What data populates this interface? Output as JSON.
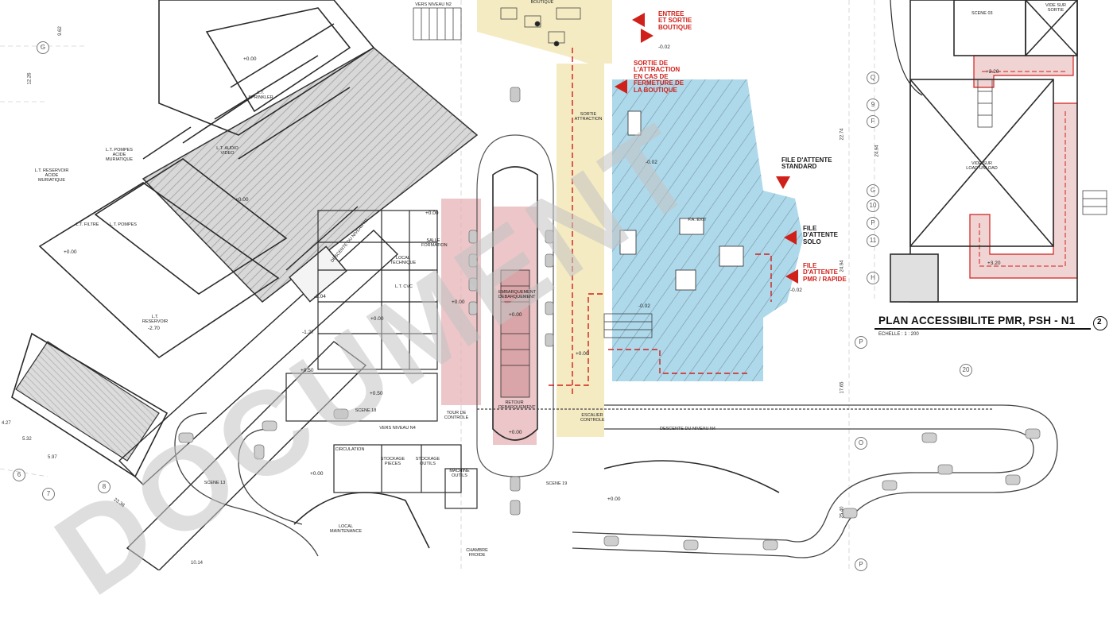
{
  "drawing": {
    "title": "PLAN ACCESSIBILITE PMR, PSH - N1",
    "scale": "ECHELLE : 1 : 200",
    "sheet_number": "2"
  },
  "colors": {
    "queue_zone": "#a9d6ea",
    "exit_zone": "#f3e7b8",
    "loading_zone": "#e6b3b5",
    "pmr_route": "#d0201a",
    "walls": "#2b2b2b"
  },
  "annotations": {
    "entree_sortie": [
      "ENTREE",
      "ET SORTIE",
      "BOUTIQUE"
    ],
    "sortie_attraction": [
      "SORTIE DE",
      "L'ATTRACTION",
      "EN CAS DE",
      "FERMETURE DE",
      "LA BOUTIQUE"
    ],
    "file_standard": [
      "FILE D'ATTENTE",
      "STANDARD"
    ],
    "file_solo": [
      "FILE",
      "D'ATTENTE",
      "SOLO"
    ],
    "file_pmr": [
      "FILE",
      "D'ATTENTE",
      "PMR / RAPIDE"
    ]
  },
  "rooms": [
    {
      "label": "SCENE 03"
    },
    {
      "label": "VIDE SUR SORTIE"
    },
    {
      "label": "VIDE SUR LOAD UNLOAD"
    },
    {
      "label": "DESCENTE DU NIVEAU N1"
    },
    {
      "label": "DESCENTE DU NIVEAU N4"
    },
    {
      "label": "VERS NIVEAU N4"
    },
    {
      "label": "VERS NIVEAU N2"
    },
    {
      "label": "EMBARQUEMENT DEBARQUEMENT"
    },
    {
      "label": "RETOUR DEBARQUEMENT"
    },
    {
      "label": "SORTIE ATTRACTION"
    },
    {
      "label": "L.T. POMPES ACIDE MURIATIQUE"
    },
    {
      "label": "L.T. RESERVOIR ACIDE MURIATIQUE"
    },
    {
      "label": "L.T. FILTRE"
    },
    {
      "label": "L.T. POMPES"
    },
    {
      "label": "L.T. RESERVOIR"
    },
    {
      "label": "LOCAL MAINTENANCE"
    },
    {
      "label": "CIRCULATION"
    },
    {
      "label": "SCENE 18"
    },
    {
      "label": "SCENE 19"
    },
    {
      "label": "SCENE 13"
    },
    {
      "label": "TOUR DE CONTROLE"
    },
    {
      "label": "STOCKAGE PIECES"
    },
    {
      "label": "STOCKAGE OUTILS"
    },
    {
      "label": "MACHINE OUTILS"
    },
    {
      "label": "ESCALIER CONTROLE"
    },
    {
      "label": "L.T. CVC"
    },
    {
      "label": "L.T. SPRINKLER"
    },
    {
      "label": "L.T. AUDIO VIDEO"
    },
    {
      "label": "SALLE FORMATION"
    },
    {
      "label": "LOCAL TECHNIQUE"
    },
    {
      "label": "BOUTIQUE"
    },
    {
      "label": "CHAMBRE FROIDE"
    },
    {
      "label": "F.A. EXIT"
    }
  ],
  "levels": [
    "+0.00",
    "-0.02",
    "+3.20",
    "-2.04",
    "-2.70",
    "-1.27",
    "+0.50"
  ],
  "grid_labels": [
    "G",
    "Q",
    "9",
    "F",
    "G",
    "10",
    "P",
    "11",
    "H",
    "P",
    "O",
    "P",
    "20",
    "6",
    "7",
    "8"
  ],
  "dimensions": [
    "12.26",
    "9.62",
    "22.74",
    "24.94",
    "24.94",
    "17.65",
    "25.40",
    "23.38",
    "10.14",
    "5.32",
    "5.97",
    "4.27"
  ],
  "watermark": "DOCUMENT"
}
